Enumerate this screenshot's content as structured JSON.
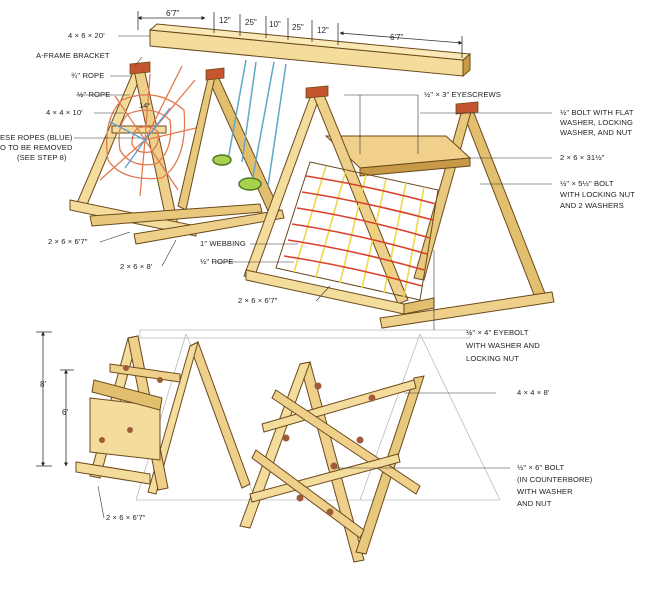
{
  "top_dims": {
    "left_span": "6'7\"",
    "seg1": "12\"",
    "seg2": "25\"",
    "seg3": "10\"",
    "seg4": "25\"",
    "seg5": "12\"",
    "right_span": "6'7\""
  },
  "side_dims": {
    "overall": "8'",
    "inner": "6'"
  },
  "angle": "14°",
  "labels": {
    "beam": "4 × 6 × 20'",
    "a_frame_bracket": "A-FRAME BRACKET",
    "rope_3_4": "¾\" ROPE",
    "rope_1_2_left": "½\" ROPE",
    "post_4x4x10": "4 × 4 × 10'",
    "blue_ropes_1": "ESE ROPES (BLUE)",
    "blue_ropes_2": "O TO BE REMOVED",
    "blue_ropes_3": "(SEE STEP 8)",
    "board_2x6x67_left": "2 × 6 × 6'7\"",
    "board_2x6x8": "2 × 6 × 8'",
    "webbing": "1\" WEBBING",
    "rope_1_2_center": "½\" ROPE",
    "board_2x6x67_center": "2 × 6 × 6'7\"",
    "eyescrews": "½\" × 3\" EYESCREWS",
    "bolt_flat_1": "½\" BOLT WITH FLAT",
    "bolt_flat_2": "WASHER, LOCKING",
    "bolt_flat_3": "WASHER, AND NUT",
    "board_2x6x31": "2 × 6 × 31½\"",
    "bolt_5_1": "½\" × 5½\" BOLT",
    "bolt_5_2": "WITH LOCKING NUT",
    "bolt_5_3": "AND 2 WASHERS",
    "eyebolt_1": "½\" × 4\" EYEBOLT",
    "eyebolt_2": "WITH WASHER AND",
    "eyebolt_3": "LOCKING NUT",
    "post_4x4x8": "4 × 4 × 8'",
    "bolt_6_1": "½\" × 6\" BOLT",
    "bolt_6_2": "(IN COUNTERBORE)",
    "bolt_6_3": "WITH WASHER",
    "bolt_6_4": "AND NUT",
    "board_2x6x67_bottom": "2 × 6 × 6'7\""
  },
  "colors": {
    "wood_light": "#f4dc9c",
    "wood_mid": "#e2bf6e",
    "wood_dark": "#b98c3c",
    "outline": "#6b4a1c",
    "web_red": "#d8412a",
    "web_yellow": "#f0d64a",
    "rope_orange": "#e27a4e",
    "rope_blue": "#5a9ed6",
    "bracket": "#c5552e",
    "ghost": "#bbbbbb"
  }
}
